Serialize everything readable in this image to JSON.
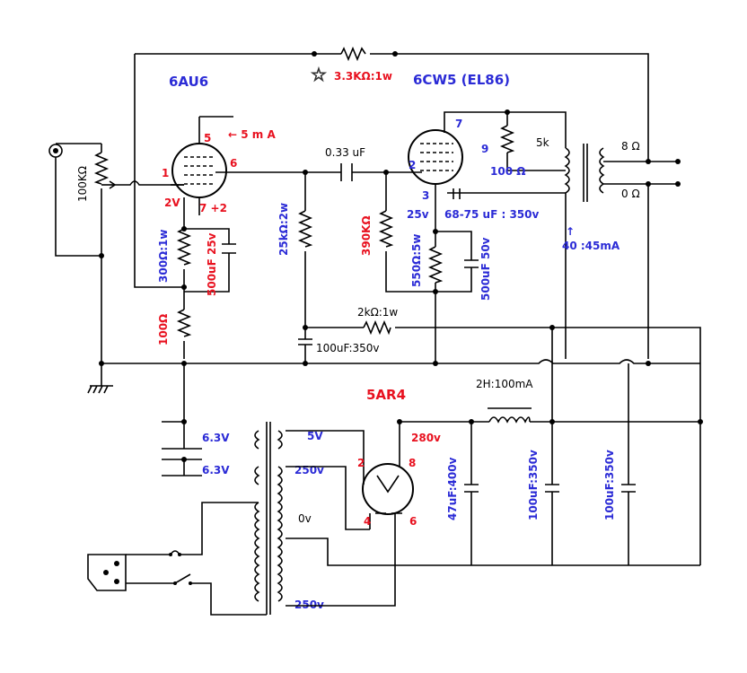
{
  "tubes": {
    "input": "6AU6",
    "output": "6CW5 (EL86)",
    "rectifier": "5AR4"
  },
  "labels": {
    "fb_resistor": "3.3KΩ:1w",
    "vol_pot": "100KΩ",
    "pin1": "1",
    "pin5": "5",
    "pin6": "6",
    "pin2v": "2V",
    "pin72": "7 +2",
    "cur5": "← 5 m A",
    "cap033": "0.33 uF",
    "r25k": "25kΩ:2w",
    "r300": "300Ω:1w",
    "c500a": "500uF 25v",
    "r100": "100Ω",
    "r390": "390KΩ",
    "ep2": "2",
    "ep3": "3",
    "ep7": "7",
    "ep9": "9",
    "ev25": "25v",
    "r100g2": "100 Ω",
    "c6875": "68-75 uF : 350v",
    "r550": "550Ω:5w",
    "c500b": "500uF 50v",
    "ot_pri": "5k",
    "ot_8": "8 Ω",
    "ot_0": "0 Ω",
    "cur40": "↑",
    "cur40b": "40 :45mA",
    "r2k": "2kΩ:1w",
    "c100a": "100uF:350v",
    "choke": "2H:100mA",
    "v63a": "6.3V",
    "v63b": "6.3V",
    "v5": "5V",
    "v250a": "250v",
    "v0": "0v",
    "v250b": "250v",
    "v280": "280v",
    "rp2": "2",
    "rp8": "8",
    "rp4": "4",
    "rp6": "6",
    "c47": "47uF:400v",
    "c100b": "100uF:350v",
    "c100c": "100uF:350v"
  },
  "colors": {
    "red": "#e8111f",
    "blue": "#2b2bd6",
    "wire": "#000000"
  }
}
